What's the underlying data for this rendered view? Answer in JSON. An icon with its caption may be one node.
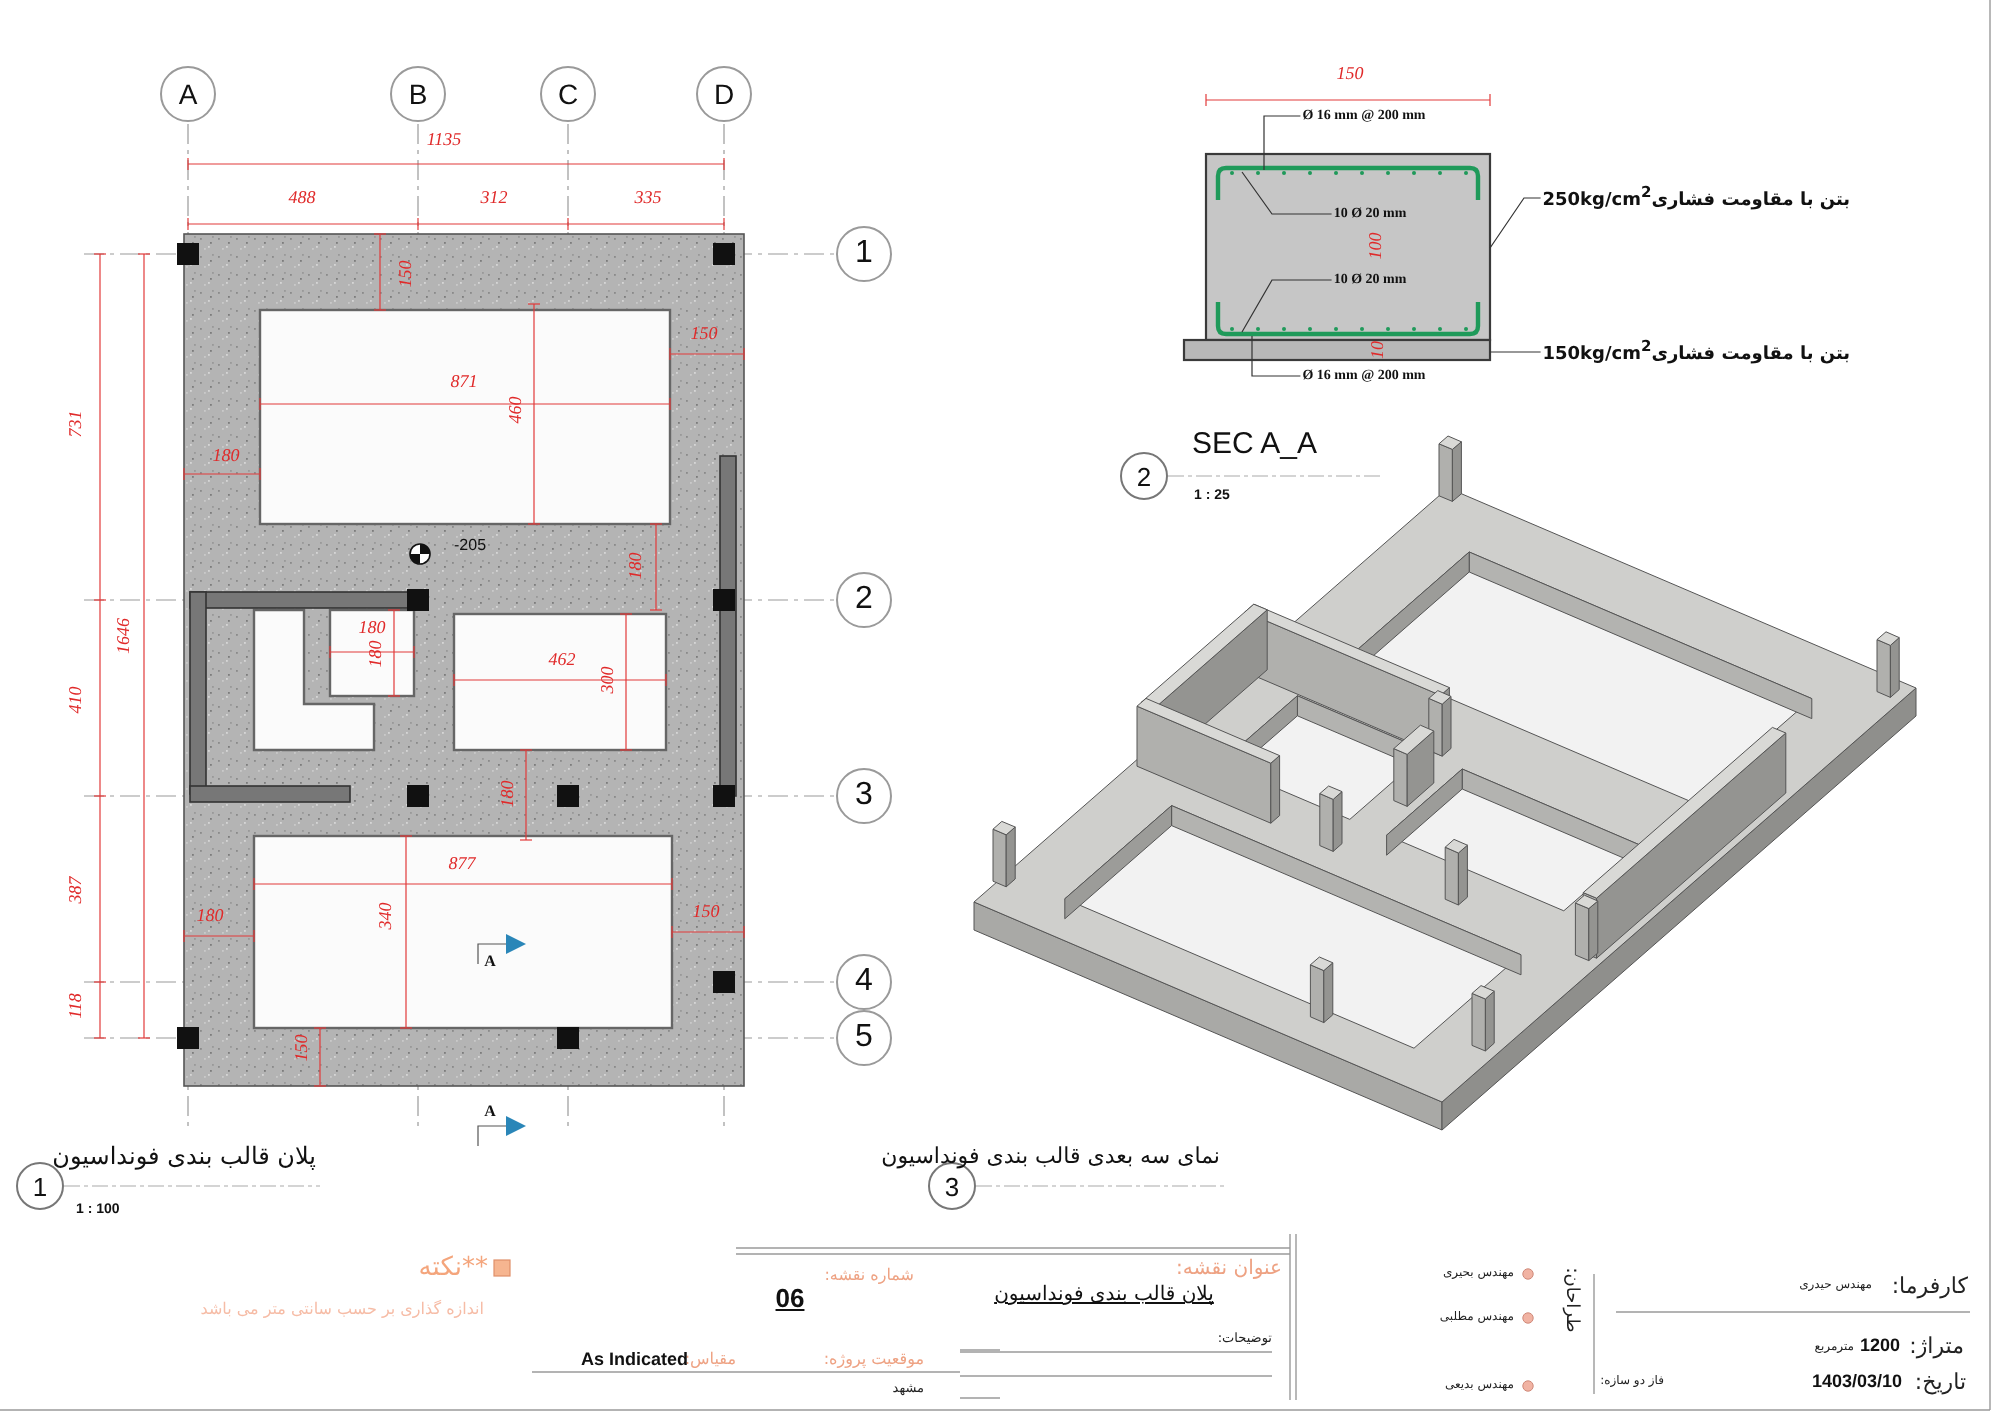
{
  "diagram": {
    "nodes": [
      {
        "text": [
          "A"
        ]
      },
      {
        "text": [
          "B"
        ]
      },
      {
        "text": [
          "C"
        ]
      },
      {
        "text": [
          "D"
        ]
      },
      {
        "text": [
          "1"
        ]
      },
      {
        "text": [
          "2"
        ]
      },
      {
        "text": [
          "3"
        ]
      },
      {
        "text": [
          "4"
        ]
      },
      {
        "text": [
          "5"
        ]
      },
      {
        "text": [
          "1"
        ],
        "beside": [
          "پلان قالب بندی فونداسیون",
          "1 : 100"
        ]
      },
      {
        "text": [
          "2"
        ],
        "beside": [
          "SEC A_A",
          "1 : 25"
        ]
      },
      {
        "text": [
          "3"
        ],
        "beside": [
          "نمای سه بعدی قالب بندی فونداسیون"
        ]
      },
      {
        "text": [
          "Ø 16 mm @ 200 mm"
        ]
      },
      {
        "text": [
          "10 Ø 20 mm"
        ],
        "in": 18
      },
      {
        "text": [
          "10 Ø 20 mm"
        ],
        "in": 18
      },
      {
        "text": [
          "Ø 16 mm @ 200 mm"
        ]
      },
      {
        "text": [
          "بتن با مقاومت فشاری250kg/cm$^{2}$"
        ]
      },
      {
        "text": [
          "بتن با مقاومت فشاری150kg/cm$^{2}$"
        ]
      },
      {
        "text": [],
        "shape": "box"
      },
      {
        "text": [],
        "shape": "box"
      },
      {
        "text": [],
        "shape": "bar",
        "in": 18
      },
      {
        "text": [],
        "shape": "bar",
        "in": 18
      }
    ],
    "edges": [
      {
        "from": 12,
        "to": 20,
        "arrow": "none"
      },
      {
        "from": 13,
        "to": 20,
        "arrow": "none"
      },
      {
        "from": 14,
        "to": 21,
        "arrow": "none"
      },
      {
        "from": 15,
        "to": 21,
        "arrow": "none"
      },
      {
        "from": 16,
        "to": 18,
        "arrow": "none"
      },
      {
        "from": 17,
        "to": 19,
        "arrow": "none"
      }
    ],
    "labels": [
      "1135",
      "488",
      "312",
      "335",
      "150",
      "150",
      "871",
      "460",
      "180",
      "731",
      "-205",
      "180",
      "1646",
      "410",
      "180",
      "180",
      "462",
      "300",
      "180",
      "877",
      "387",
      "180",
      "340",
      "150",
      "A",
      "118",
      "150",
      "A",
      "150",
      "100",
      "10",
      "نکته**",
      "اندازه گذاری بر حسب سانتی متر می باشد",
      "شماره نقشه:",
      "06",
      "موقعیت پروژه:",
      "مقیاس:",
      "As Indicated",
      "مشهد",
      "عنوان نقشه:",
      "پلان قالب بندی فونداسیون",
      "توضیحات:",
      "مهندس بحیری",
      "مهندس مطلبی",
      "مهندس بدیعی",
      "طراحان:",
      "کارفرما:",
      "مهندس حیدری",
      "متراژ:",
      "1200",
      "مترمربع",
      "تاریخ:",
      "1403/03/10",
      "فاز دو سازه:"
    ]
  }
}
